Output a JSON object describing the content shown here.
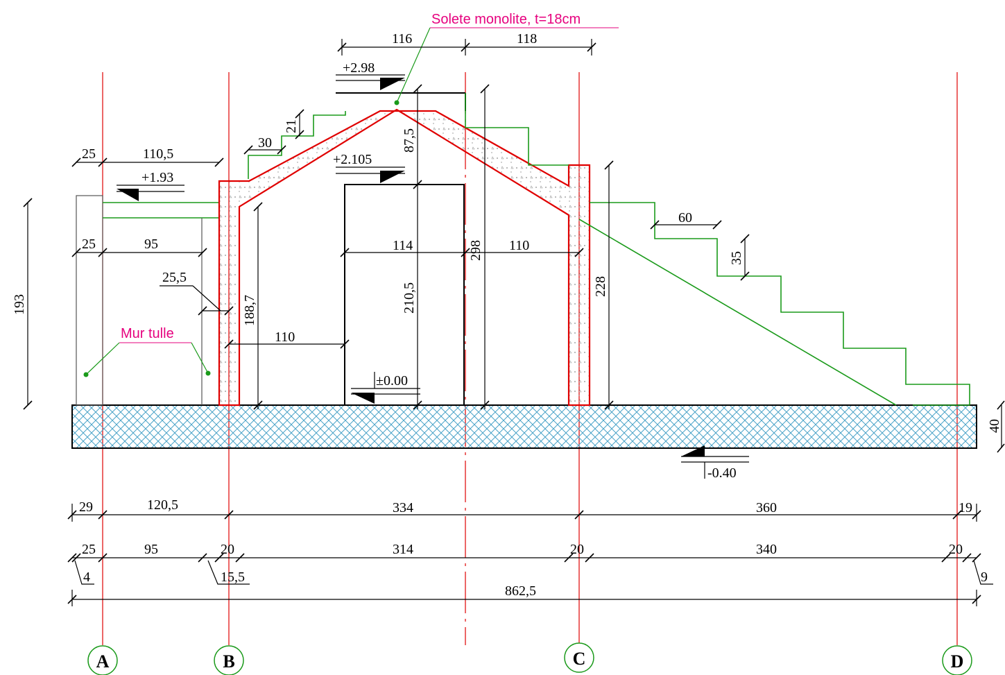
{
  "notes": {
    "slab": "Solete monolite, t=18cm",
    "wall": "Mur tulle"
  },
  "levels": {
    "top": "+2.98",
    "ceiling": "+2.105",
    "left": "+1.93",
    "zero": "±0.00",
    "bottom": "-0.40"
  },
  "dims": {
    "d116": "116",
    "d118": "118",
    "d25a": "25",
    "d110_5": "110,5",
    "d30": "30",
    "d21": "21",
    "d87_5": "87,5",
    "d25b": "25",
    "d95a": "95",
    "d25_5": "25,5",
    "d188_7": "188,7",
    "d110a": "110",
    "d114": "114",
    "d298": "298",
    "d110b": "110",
    "d210_5": "210,5",
    "d228": "228",
    "d60": "60",
    "d35": "35",
    "d193": "193",
    "d40": "40",
    "r1_29": "29",
    "r1_120_5": "120,5",
    "r1_334": "334",
    "r1_360": "360",
    "r1_19": "19",
    "r2_25": "25",
    "r2_95": "95",
    "r2_20a": "20",
    "r2_314": "314",
    "r2_20b": "20",
    "r2_340": "340",
    "r2_20c": "20",
    "r2_4": "4",
    "r2_15_5": "15,5",
    "r2_9": "9",
    "total": "862,5"
  },
  "axes": [
    "A",
    "B",
    "C",
    "D"
  ],
  "colors": {
    "axis": "#e00000",
    "wall": "#e00000",
    "stairs": "#1a9a1a",
    "notes": "#e6007e",
    "hatch": "#4aa3c8"
  }
}
